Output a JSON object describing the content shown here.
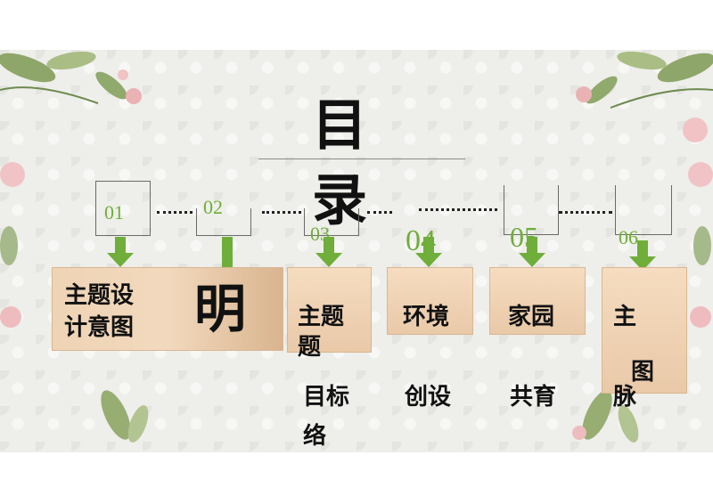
{
  "title": [
    "目",
    "录"
  ],
  "items": [
    {
      "num": "01",
      "lines": [
        "主题设",
        "计意图"
      ]
    },
    {
      "num": "02",
      "lines": [
        "明"
      ]
    },
    {
      "num": "03",
      "lines": [
        "主题",
        "题",
        "目标",
        "络"
      ]
    },
    {
      "num": "04",
      "lines": [
        "环境",
        "创设"
      ]
    },
    {
      "num": "05",
      "lines": [
        "家园",
        "共育"
      ]
    },
    {
      "num": "06",
      "lines": [
        "主",
        "图",
        "脉"
      ]
    }
  ],
  "colors": {
    "accent_green": "#6fae3a",
    "box_fill": "#f3d6b8",
    "background": "#eeeeea"
  }
}
